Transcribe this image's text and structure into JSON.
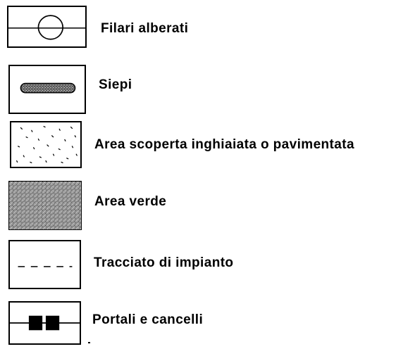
{
  "legend": {
    "items": [
      {
        "id": "filari",
        "label": "Filari alberati",
        "symbol": "tree-row-icon"
      },
      {
        "id": "siepi",
        "label": "Siepi",
        "symbol": "hedge-icon"
      },
      {
        "id": "area-scoperta",
        "label": "Area scoperta inghiaiata o pavimentata",
        "symbol": "gravel-area-icon"
      },
      {
        "id": "area-verde",
        "label": "Area verde",
        "symbol": "green-area-icon"
      },
      {
        "id": "tracciato",
        "label": "Tracciato di impianto",
        "symbol": "dashed-line-icon"
      },
      {
        "id": "portali",
        "label": "Portali e cancelli",
        "symbol": "gate-icon"
      }
    ]
  }
}
